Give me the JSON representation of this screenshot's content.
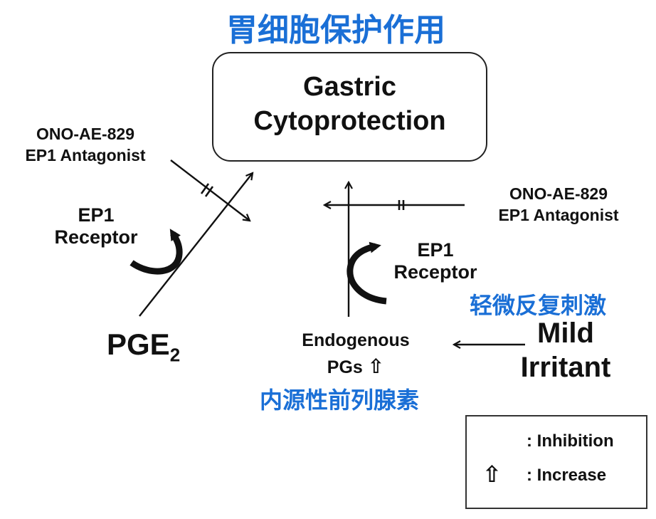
{
  "title_cn": "胃细胞保护作用",
  "outcome": {
    "line1": "Gastric",
    "line2": "Cytoprotection"
  },
  "left_pathway": {
    "antagonist_line1": "ONO-AE-829",
    "antagonist_line2": "EP1 Antagonist",
    "receptor_line1": "EP1",
    "receptor_line2": "Receptor",
    "agonist_main": "PGE",
    "agonist_sub": "2"
  },
  "right_pathway": {
    "antagonist_line1": "ONO-AE-829",
    "antagonist_line2": "EP1 Antagonist",
    "receptor_line1": "EP1",
    "receptor_line2": "Receptor",
    "stimulus_cn": "轻微反复刺激",
    "stimulus_line1": "Mild",
    "stimulus_line2": "Irritant",
    "endogenous_line1": "Endogenous",
    "endogenous_line2": "PGs",
    "endogenous_cn": "内源性前列腺素",
    "increase_symbol": "⇧"
  },
  "legend": {
    "inhibition_label": ": Inhibition",
    "increase_label": ": Increase",
    "increase_symbol": "⇧"
  },
  "colors": {
    "chinese_text": "#1a6fd6",
    "lines": "#111111"
  }
}
